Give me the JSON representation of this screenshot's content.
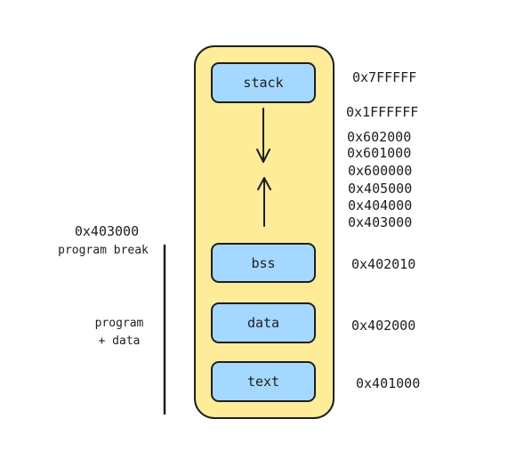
{
  "colors": {
    "container_fill": "#ffec99",
    "segment_fill": "#a5d8ff",
    "stroke": "#1e1e1e"
  },
  "segments": {
    "stack": "stack",
    "bss": "bss",
    "data": "data",
    "text": "text"
  },
  "addresses": {
    "stack_top": "0x7FFFFF",
    "a_1ffffff": "0x1FFFFFF",
    "a_602000": "0x602000",
    "a_601000": "0x601000",
    "a_600000": "0x600000",
    "a_405000": "0x405000",
    "a_404000": "0x404000",
    "a_403000": "0x403000",
    "bss": "0x402010",
    "data": "0x402000",
    "text": "0x401000"
  },
  "annotations": {
    "program_break_address": "0x403000",
    "program_break_label": "program break",
    "program_data_line1": "program",
    "program_data_line2": "+ data"
  }
}
